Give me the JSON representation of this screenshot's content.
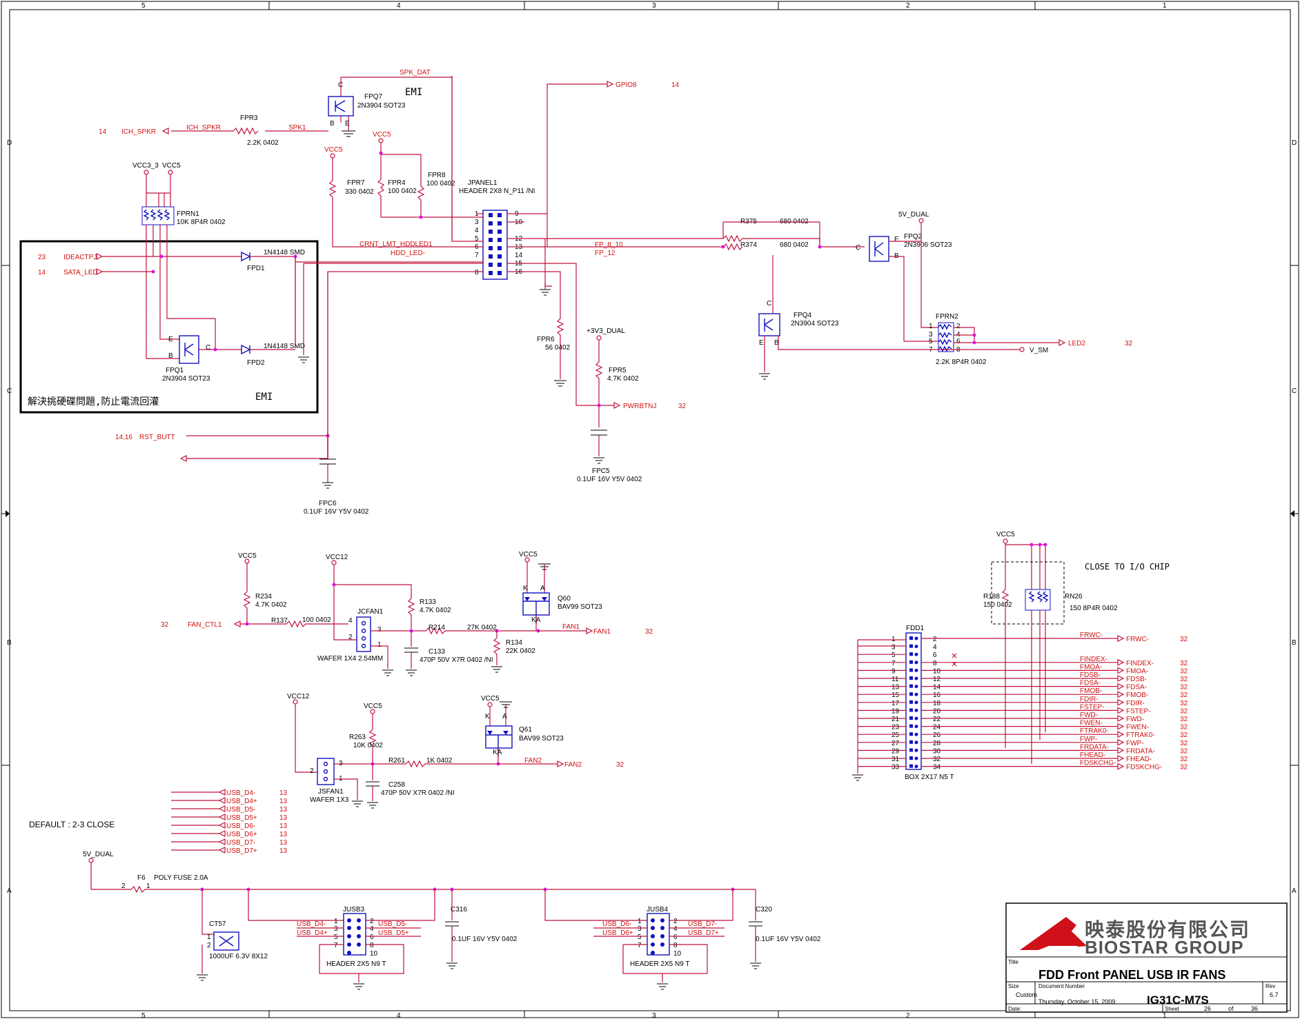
{
  "border": {
    "cols_top": [
      "5",
      "4",
      "3",
      "2",
      "1"
    ],
    "rows": [
      "D",
      "C",
      "B",
      "A"
    ]
  },
  "title_block": {
    "company_cn": "映泰股份有限公司",
    "company_en": "BIOSTAR GROUP",
    "title_label": "Title",
    "title": "FDD Front PANEL USB IR FANS",
    "size_label": "Size",
    "size": "Custom",
    "docnum_label": "Document Number",
    "docnum": "IG31C-M7S",
    "rev_label": "Rev",
    "rev": "6.7",
    "date_label": "Date:",
    "date": "Thursday, October 15, 2009",
    "sheet_label": "Sheet",
    "sheet": "26",
    "of_label": "of",
    "sheets_total": "36"
  },
  "notes": {
    "emi1": "EMI",
    "emi2": "EMI",
    "cn_note": "解決挑硬碟問題,防止電流回灌",
    "close_io": "CLOSE TO I/O CHIP",
    "default": "DEFAULT : 2-3 CLOSE"
  },
  "top": {
    "spk_dat": "SPK_DAT",
    "gpio8": "GPIO8",
    "gpio8_ref": "14",
    "ich_spkr_ref": "14",
    "ich_spkr": "ICH_SPKR",
    "ich_spkr2": "ICH_SPKR",
    "spk1": "SPK1",
    "fpr3": "FPR3",
    "fpr3_val": "2.2K 0402",
    "fpq7": "FPQ7",
    "fpq7_val": "2N3904 SOT23",
    "vcc5a": "VCC5",
    "vcc5b": "VCC5",
    "vcc5c": "VCC5",
    "vcc3_3": "VCC3_3",
    "fpr7": "FPR7",
    "fpr7_val": "330 0402",
    "fpr4": "FPR4",
    "fpr4_val": "100 0402",
    "fpr8": "FPR8",
    "fpr8_val": "100 0402",
    "jpanel1": "JPANEL1",
    "jpanel1_val": "HEADER 2X8 N_P11 /NI",
    "fprn1": "FPRN1",
    "fprn1_val": "10K 8P4R 0402",
    "idea_ref": "23",
    "ideactpj": "IDEACTPJ",
    "sata_ref": "14",
    "sata_led": "SATA_LED",
    "fpd1": "FPD1",
    "fpd1_val": "1N4148 SMD",
    "fpd2": "FPD2",
    "fpd2_val": "1N4148 SMD",
    "fpq1": "FPQ1",
    "fpq1_val": "2N3904 SOT23",
    "crnt": "CRNT_LMT_HDDLED1",
    "hdd_led": "HDD_LED-",
    "fp8_10": "FP_8_10",
    "fp12": "FP_12",
    "r375": "R375",
    "r375_val": "680 0402",
    "r374": "R374",
    "r374_val": "680 0402",
    "v5dual": "5V_DUAL",
    "fpq2": "FPQ2",
    "fpq2_val": "2N3906 SOT23",
    "fpq4": "FPQ4",
    "fpq4_val": "2N3904 SOT23",
    "fprn2": "FPRN2",
    "fprn2_val": "2.2K 8P4R 0402",
    "led2": "LED2",
    "led2_ref": "32",
    "v_sm": "V_SM",
    "fpr6": "FPR6",
    "fpr6_val": "56 0402",
    "v3dual": "+3V3_DUAL",
    "fpr5": "FPR5",
    "fpr5_val": "4.7K 0402",
    "pwrbtnj": "PWRBTNJ",
    "pwrbtnj_ref": "32",
    "fpc5": "FPC5",
    "fpc5_val": "0.1UF 16V Y5V 0402",
    "rst_ref": "14,16",
    "rst_butt": "RST_BUTT",
    "fpc6": "FPC6",
    "fpc6_val": "0.1UF 16V Y5V 0402"
  },
  "jpanel_pins_left": [
    "1",
    "3",
    "4",
    "5",
    "6",
    "7",
    "8"
  ],
  "jpanel_pins_right": [
    "9",
    "10",
    "12",
    "13",
    "14",
    "15",
    "16"
  ],
  "fan": {
    "vcc5": "VCC5",
    "vcc12": "VCC12",
    "vcc5b": "VCC5",
    "r234": "R234",
    "r234_val": "4.7K 0402",
    "fan_ctl_ref": "32",
    "fan_ctl": "FAN_CTL1",
    "r137": "R137",
    "r137_val": "100 0402",
    "jcfan1": "JCFAN1",
    "jcfan1_val": "WAFER 1X4 2.54MM",
    "r133": "R133",
    "r133_val": "4.7K 0402",
    "r214": "R214",
    "r214_val": "27K 0402",
    "c133": "C133",
    "c133_val": "470P 50V X7R 0402 /NI",
    "r134": "R134",
    "r134_val": "22K 0402",
    "q60": "Q60",
    "q60_val": "BAV99 SOT23",
    "fan1a": "FAN1",
    "fan1b": "FAN1",
    "fan1_ref": "32",
    "vcc12b": "VCC12",
    "vcc5c": "VCC5",
    "vcc5d": "VCC5",
    "r263": "R263",
    "r263_val": "10K 0402",
    "r261": "R261",
    "r261_val": "1K 0402",
    "jsfan1": "JSFAN1",
    "jsfan1_val": "WAFER 1X3",
    "c258": "C258",
    "c258_val": "470P 50V X7R 0402 /NI",
    "q61": "Q61",
    "q61_val": "BAV99 SOT23",
    "fan2a": "FAN2",
    "fan2b": "FAN2",
    "fan2_ref": "32"
  },
  "usb_nets": [
    {
      "name": "USB_D4-",
      "ref": "13"
    },
    {
      "name": "USB_D4+",
      "ref": "13"
    },
    {
      "name": "USB_D5-",
      "ref": "13"
    },
    {
      "name": "USB_D5+",
      "ref": "13"
    },
    {
      "name": "USB_D6-",
      "ref": "13"
    },
    {
      "name": "USB_D6+",
      "ref": "13"
    },
    {
      "name": "USB_D7-",
      "ref": "13"
    },
    {
      "name": "USB_D7+",
      "ref": "13"
    }
  ],
  "usb": {
    "v5dual": "5V_DUAL",
    "f6": "F6",
    "f6_val": "POLY FUSE 2.0A",
    "ct57": "CT57",
    "ct57_val": "1000UF 6.3V 8X12",
    "jusb3": "JUSB3",
    "jusb3_val": "HEADER 2X5 N9 T",
    "jusb4": "JUSB4",
    "jusb4_val": "HEADER 2X5 N9 T",
    "c316": "C316",
    "c316_val": "0.1UF 16V Y5V 0402",
    "c320": "C320",
    "c320_val": "0.1UF 16V Y5V 0402",
    "u3l1": "USB_D4-",
    "u3l2": "USB_D4+",
    "u3r1": "USB_D5-",
    "u3r2": "USB_D5+",
    "u4l1": "USB_D6-",
    "u4l2": "USB_D6+",
    "u4r1": "USB_D7-",
    "u4r2": "USB_D7+"
  },
  "fdd": {
    "vcc5": "VCC5",
    "r188": "R188",
    "r188_val": "150 0402",
    "rn26": "RN26",
    "rn26_val": "150 8P4R 0402",
    "fdd1": "FDD1",
    "fdd1_val": "BOX 2X17 N5 T",
    "left_pins": [
      "1",
      "3",
      "5",
      "7",
      "9",
      "11",
      "13",
      "15",
      "17",
      "19",
      "21",
      "23",
      "25",
      "27",
      "29",
      "31",
      "33"
    ],
    "right_pins": [
      "2",
      "4",
      "6",
      "8",
      "10",
      "12",
      "14",
      "16",
      "18",
      "20",
      "22",
      "24",
      "26",
      "28",
      "30",
      "32",
      "34"
    ],
    "signals": [
      {
        "net": "FRWC-",
        "port": "FRWC-",
        "ref": "32"
      },
      {
        "net": "FINDEX-",
        "port": "FINDEX-",
        "ref": "32"
      },
      {
        "net": "FMOA-",
        "port": "FMOA-",
        "ref": "32"
      },
      {
        "net": "FDSB-",
        "port": "FDSB-",
        "ref": "32"
      },
      {
        "net": "FDSA-",
        "port": "FDSA-",
        "ref": "32"
      },
      {
        "net": "FMOB-",
        "port": "FMOB-",
        "ref": "32"
      },
      {
        "net": "FDIR-",
        "port": "FDIR-",
        "ref": "32"
      },
      {
        "net": "FSTEP-",
        "port": "FSTEP-",
        "ref": "32"
      },
      {
        "net": "FWD-",
        "port": "FWD-",
        "ref": "32"
      },
      {
        "net": "FWEN-",
        "port": "FWEN-",
        "ref": "32"
      },
      {
        "net": "FTRAK0-",
        "port": "FTRAK0-",
        "ref": "32"
      },
      {
        "net": "FWP-",
        "port": "FWP-",
        "ref": "32"
      },
      {
        "net": "FRDATA-",
        "port": "FRDATA-",
        "ref": "32"
      },
      {
        "net": "FHEAD-",
        "port": "FHEAD-",
        "ref": "32"
      },
      {
        "net": "FDSKCHG-",
        "port": "FDSKCHG-",
        "ref": "32"
      }
    ]
  }
}
